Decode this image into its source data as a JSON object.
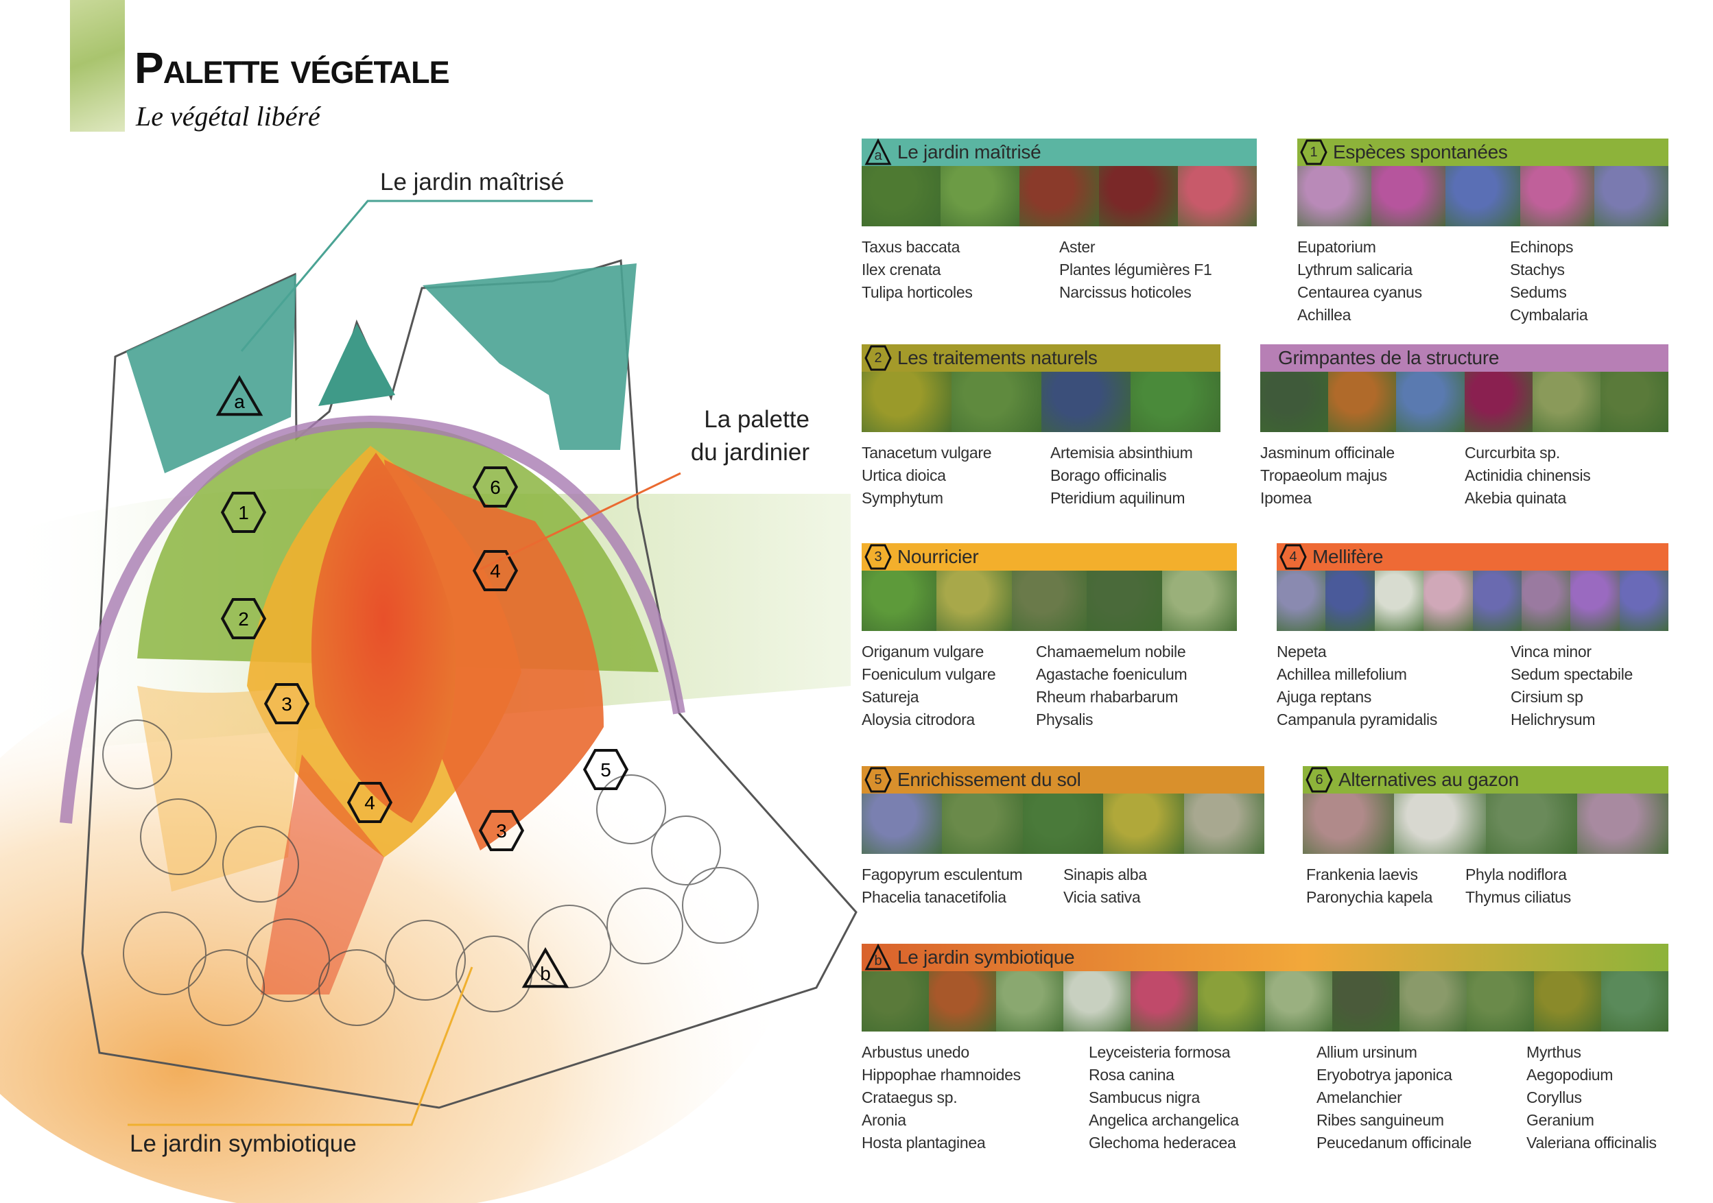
{
  "header": {
    "title": "Palette végétale",
    "subtitle": "Le végétal libéré"
  },
  "callouts": {
    "maitrise": "Le jardin maîtrisé",
    "palette_line1": "La palette",
    "palette_line2": "du jardinier",
    "symbiotique": "Le jardin symbiotique"
  },
  "map_markers": [
    {
      "type": "triangle",
      "text": "a"
    },
    {
      "type": "triangle",
      "text": "b"
    },
    {
      "type": "hex",
      "text": "1"
    },
    {
      "type": "hex",
      "text": "2"
    },
    {
      "type": "hex",
      "text": "3"
    },
    {
      "type": "hex",
      "text": "3"
    },
    {
      "type": "hex",
      "text": "4"
    },
    {
      "type": "hex",
      "text": "4"
    },
    {
      "type": "hex",
      "text": "5"
    },
    {
      "type": "hex",
      "text": "6"
    }
  ],
  "panels": [
    {
      "id": "a",
      "marker": "triangle",
      "marker_text": "a",
      "label": "Le jardin maîtrisé",
      "color": "#5bb5a2",
      "photos": [
        "#4e7a32",
        "#6c9b45",
        "#8a3a2a",
        "#7a2828",
        "#c85a6a"
      ],
      "columns": [
        [
          "Taxus baccata",
          "Ilex crenata",
          "Tulipa horticoles"
        ],
        [
          "Aster",
          "Plantes légumières F1",
          "Narcissus hoticoles"
        ]
      ]
    },
    {
      "id": "1",
      "marker": "hex",
      "marker_text": "1",
      "label": "Espèces spontanées",
      "color": "#8db33a",
      "photos": [
        "#b98ab8",
        "#b6559d",
        "#5a6fb5",
        "#c0609a",
        "#7a7ab0"
      ],
      "columns": [
        [
          "Eupatorium",
          "Lythrum salicaria",
          "Centaurea cyanus",
          "Achillea"
        ],
        [
          "Echinops",
          "Stachys",
          "Sedums",
          "Cymbalaria"
        ]
      ]
    },
    {
      "id": "2",
      "marker": "hex",
      "marker_text": "2",
      "label": "Les traitements naturels",
      "color": "#a49a2a",
      "photos": [
        "#9a9a2a",
        "#5f8a3e",
        "#3b4f7a",
        "#4a8a3a"
      ],
      "columns": [
        [
          "Tanacetum vulgare",
          "Urtica dioica",
          "Symphytum"
        ],
        [
          "Artemisia absinthium",
          "Borago officinalis",
          "Pteridium aquilinum"
        ]
      ]
    },
    {
      "id": "g",
      "marker": "none",
      "marker_text": "",
      "label": "Grimpantes de la structure",
      "color": "#b77fb5",
      "photos": [
        "#3f5a3a",
        "#b06a2a",
        "#5a7ab0",
        "#8a2050",
        "#8a9a5a",
        "#5a7a3a"
      ],
      "columns": [
        [
          "Jasminum officinale",
          "Tropaeolum majus",
          "Ipomea"
        ],
        [
          "Curcurbita sp.",
          "Actinidia chinensis",
          "Akebia quinata"
        ]
      ]
    },
    {
      "id": "3",
      "marker": "hex",
      "marker_text": "3",
      "label": "Nourricier",
      "color": "#f3af2c",
      "photos": [
        "#5d9a3a",
        "#a8a84a",
        "#6a7a4a",
        "#4a6a3a",
        "#9ab07a"
      ],
      "columns": [
        [
          "Origanum vulgare",
          "Foeniculum vulgare",
          "Satureja",
          "Aloysia citrodora"
        ],
        [
          "Chamaemelum nobile",
          "Agastache foeniculum",
          "Rheum rhabarbarum",
          "Physalis"
        ]
      ]
    },
    {
      "id": "4",
      "marker": "hex",
      "marker_text": "4",
      "label": "Mellifère",
      "color": "#ee6a35",
      "photos": [
        "#8a8ab0",
        "#4a5a9a",
        "#d8dcd0",
        "#d0a8b8",
        "#6a6ab0",
        "#9a7aa0",
        "#9a6ac0",
        "#6a6ab8"
      ],
      "columns": [
        [
          "Nepeta",
          "Achillea millefolium",
          "Ajuga reptans",
          "Campanula pyramidalis"
        ],
        [
          "Vinca minor",
          "Sedum spectabile",
          "Cirsium sp",
          "Helichrysum"
        ]
      ]
    },
    {
      "id": "5",
      "marker": "hex",
      "marker_text": "5",
      "label": "Enrichissement du sol",
      "color": "#d9902c",
      "photos": [
        "#7a80b0",
        "#6a8a4a",
        "#4a7a3a",
        "#b0a83a",
        "#a8a890"
      ],
      "columns": [
        [
          "Fagopyrum esculentum",
          "Phacelia tanacetifolia"
        ],
        [
          "Sinapis alba",
          "Vicia sativa"
        ]
      ]
    },
    {
      "id": "6",
      "marker": "hex",
      "marker_text": "6",
      "label": "Alternatives au gazon",
      "color": "#8db33a",
      "photos": [
        "#b08a8a",
        "#d8d8d0",
        "#6a8a5a",
        "#a88aa0"
      ],
      "columns": [
        [
          "Frankenia laevis",
          "Paronychia kapela"
        ],
        [
          "Phyla nodiflora",
          "Thymus ciliatus"
        ]
      ]
    },
    {
      "id": "b",
      "marker": "triangle",
      "marker_text": "b",
      "label": "Le jardin symbiotique",
      "color": "#e88a3a",
      "photos": [
        "#5a7a3a",
        "#a8582a",
        "#8aa870",
        "#c8d0c0",
        "#c04a6a",
        "#8aa03a",
        "#9ab080",
        "#4a5a3a",
        "#8a9a6a",
        "#6a8a4a",
        "#8a8a2a",
        "#5a8a5a"
      ],
      "columns": [
        [
          "Arbustus unedo",
          "Hippophae rhamnoides",
          "Crataegus sp.",
          "Aronia",
          "Hosta plantaginea"
        ],
        [
          "Leyceisteria formosa",
          "Rosa canina",
          "Sambucus nigra",
          "Angelica archangelica",
          "Glechoma hederacea"
        ],
        [
          "Allium ursinum",
          "Eryobotrya japonica",
          "Amelanchier",
          "Ribes sanguineum",
          "Peucedanum officinale"
        ],
        [
          "Myrthus",
          "Aegopodium",
          "Coryllus",
          "Geranium",
          "Valeriana officinalis"
        ]
      ]
    }
  ]
}
